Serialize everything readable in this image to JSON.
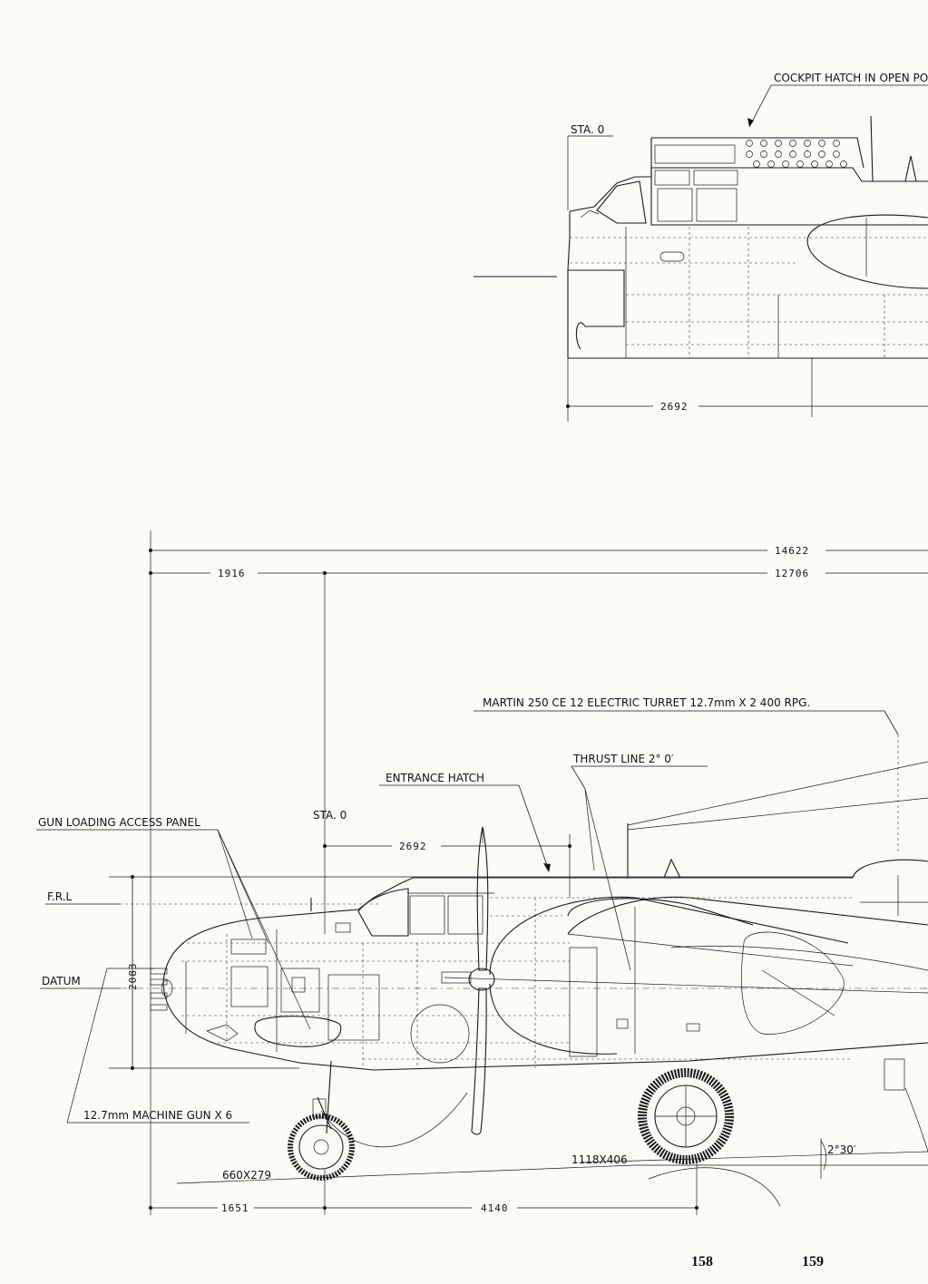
{
  "labels": {
    "cockpit_hatch": "COCKPIT HATCH IN OPEN POS",
    "sta0_top": "STA. 0",
    "sta0_main": "STA. 0",
    "turret": "MARTIN 250 CE 12 ELECTRIC TURRET  12.7mm X 2   400 RPG.",
    "thrust_line": "THRUST LINE 2° 0′",
    "entrance_hatch": "ENTRANCE HATCH",
    "gun_loading": "GUN LOADING ACCESS PANEL",
    "frl": "F.R.L",
    "datum": "DATUM",
    "machine_gun": "12.7mm MACHINE GUN X 6",
    "main_wheel": "1118X406",
    "nose_wheel": "660X279",
    "angle": "2°30′"
  },
  "dimensions": {
    "top_sta": "2692",
    "overall_length": "14622",
    "length_from_sta0": "12706",
    "nose_to_sta0": "1916",
    "sta0_to_hatch": "2692",
    "height": "2083",
    "nose_gear_offset": "1651",
    "wheelbase": "4140"
  },
  "pages": {
    "left": "158",
    "right": "159"
  }
}
